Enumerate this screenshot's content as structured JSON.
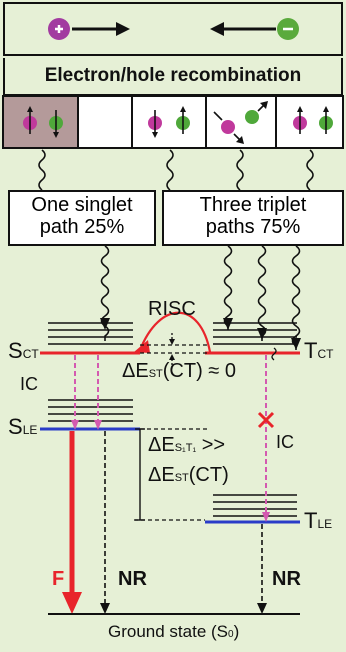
{
  "title": "Electron/hole recombination",
  "singlet_box": {
    "line1": "One singlet",
    "line2": "path 25%"
  },
  "triplet_box": {
    "line1": "Three triplet",
    "line2": "paths 75%"
  },
  "states": {
    "sct": {
      "main": "S",
      "sub": "CT"
    },
    "tct": {
      "main": "T",
      "sub": "CT"
    },
    "sle": {
      "main": "S",
      "sub": "LE"
    },
    "tle": {
      "main": "T",
      "sub": "LE"
    }
  },
  "processes": {
    "risc": "RISC",
    "ic_left": "IC",
    "ic_right": "IC",
    "f": "F",
    "nr_left": "NR",
    "nr_right": "NR"
  },
  "delta_ct": {
    "prefix": "ΔE",
    "sub": "ST",
    "suffix": "(CT) ≈ 0"
  },
  "delta_two": {
    "line1_prefix": "ΔE",
    "line1_sub": "S₁T₁",
    "line1_suffix": " >>",
    "line2_prefix": "ΔE",
    "line2_sub": "ST",
    "line2_suffix": "(CT)"
  },
  "ground": {
    "text": "Ground state (S",
    "sub": "0",
    "end": ")"
  },
  "colors": {
    "background": "#e6f0d6",
    "red": "#e8242b",
    "blue": "#2a3cc8",
    "magenta": "#d45ab0",
    "hole": "#a23ba0",
    "electron": "#5aaa3c",
    "shaded_cell": "#b49a9a"
  }
}
